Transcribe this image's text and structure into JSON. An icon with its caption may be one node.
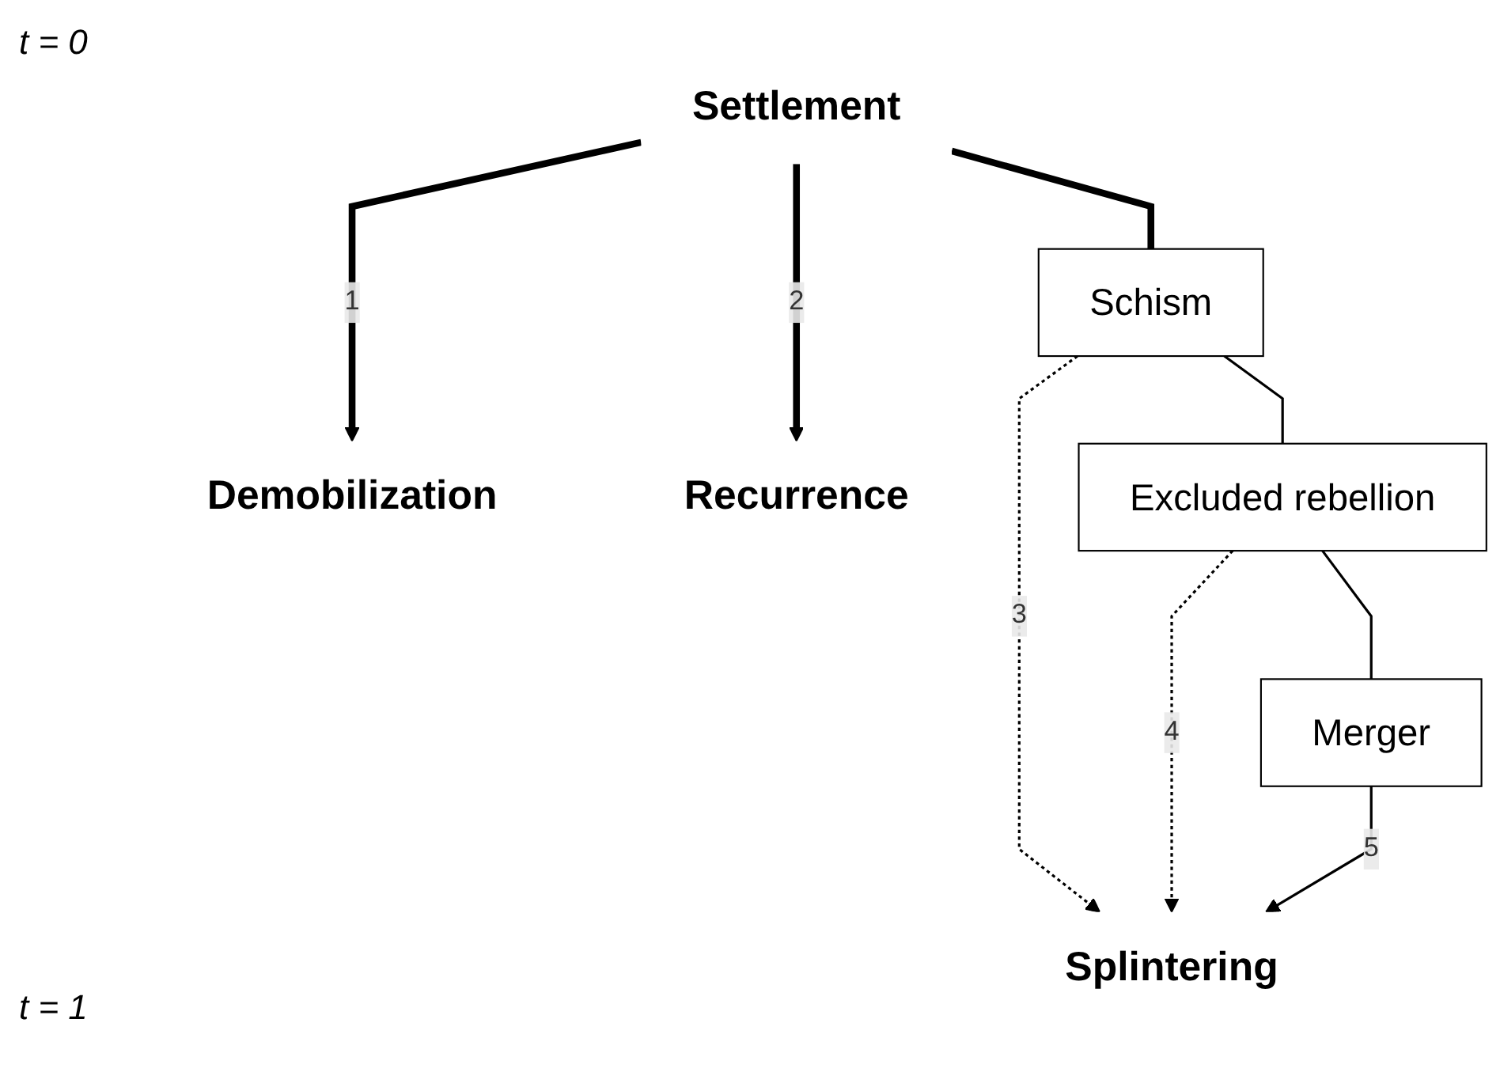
{
  "diagram": {
    "nodes": [
      {
        "text": [
          "Settlement"
        ]
      },
      {
        "text": [
          "Schism"
        ]
      },
      {
        "text": [
          "Excluded rebellion"
        ]
      },
      {
        "text": [
          "Merger"
        ]
      },
      {
        "text": [
          "Demobilization"
        ]
      },
      {
        "text": [
          "Recurrence"
        ]
      },
      {
        "text": [
          "Splintering"
        ]
      }
    ],
    "edges": [
      {
        "from": 0,
        "to": 4,
        "arrow": "to",
        "label": "1",
        "style": "thick"
      },
      {
        "from": 0,
        "to": 5,
        "arrow": "to",
        "label": "2",
        "style": "thick"
      },
      {
        "from": 0,
        "to": 1,
        "arrow": "none",
        "style": "thick"
      },
      {
        "from": 1,
        "to": 6,
        "arrow": "to",
        "label": "3",
        "style": "dashed"
      },
      {
        "from": 1,
        "to": 2,
        "arrow": "none"
      },
      {
        "from": 2,
        "to": 6,
        "arrow": "to",
        "label": "4",
        "style": "dashed"
      },
      {
        "from": 2,
        "to": 3,
        "arrow": "none"
      },
      {
        "from": 3,
        "to": 6,
        "arrow": "to",
        "label": "5"
      }
    ],
    "labels": [
      "t = 0",
      "t = 1"
    ]
  }
}
